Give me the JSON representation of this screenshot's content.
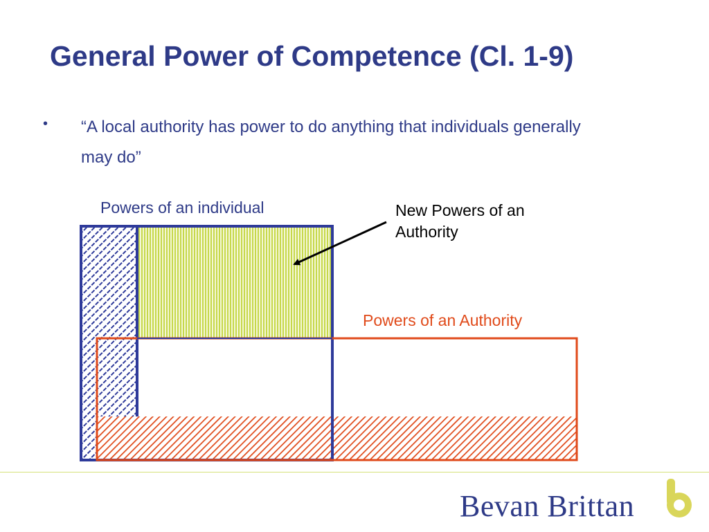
{
  "slide": {
    "title": "General Power of Competence (Cl. 1-9)",
    "bullet_marker": "•",
    "bullet_text": "“A local authority has power to do anything that individuals generally may do”"
  },
  "diagram": {
    "label_individual": "Powers of an individual",
    "label_new_powers": "New Powers of an Authority",
    "label_authority": "Powers of an Authority",
    "colors": {
      "individual": "#2e3a9a",
      "authority": "#e04a1a",
      "new_powers_fill": "#c6d84a"
    }
  },
  "footer": {
    "brand_name": "Bevan Brittan",
    "brand_colors": {
      "text": "#2e3a87",
      "logo": "#d9d65a"
    }
  }
}
